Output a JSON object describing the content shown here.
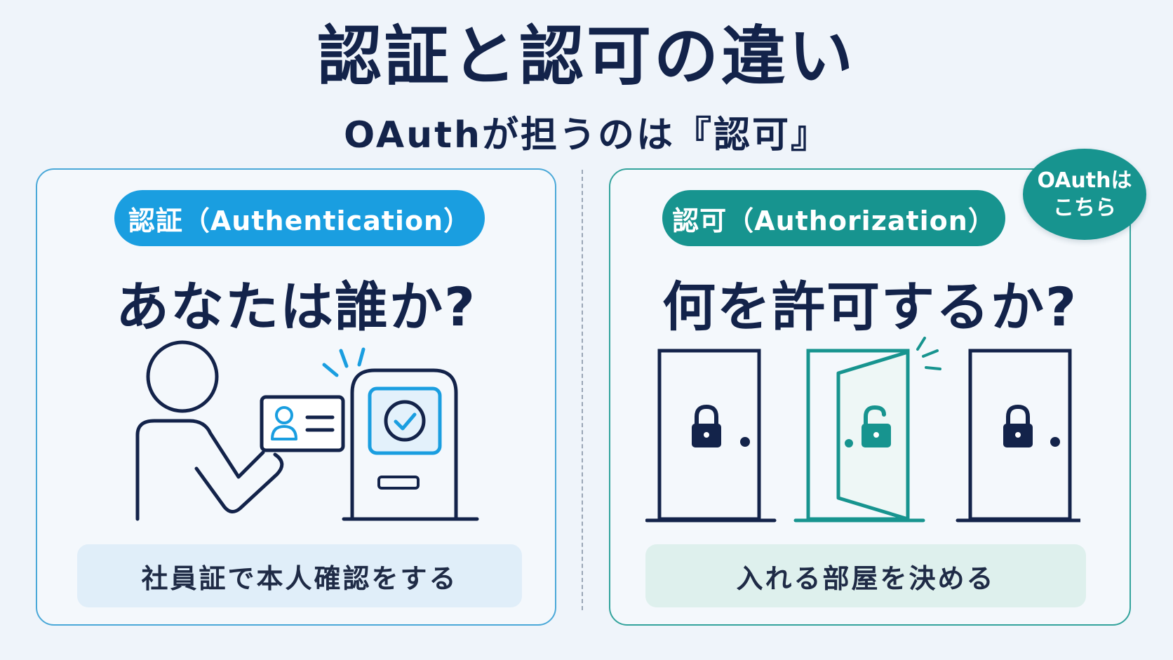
{
  "title": "認証と認可の違い",
  "subtitle": "OAuthが担うのは『認可』",
  "left": {
    "label": "認証（Authentication）",
    "question": "あなたは誰か?",
    "caption": "社員証で本人確認をする"
  },
  "right": {
    "label": "認可（Authorization）",
    "question": "何を許可するか?",
    "caption": "入れる部屋を決める",
    "badge": {
      "line1": "OAuthは",
      "line2": "こちら"
    }
  },
  "colors": {
    "navy": "#13234a",
    "blue": "#1a9ee0",
    "teal": "#17948f"
  },
  "icons": {
    "left": [
      "person-icon",
      "id-card-icon",
      "check-terminal-icon"
    ],
    "right": [
      "locked-door-icon",
      "open-door-icon",
      "locked-door-icon"
    ]
  }
}
